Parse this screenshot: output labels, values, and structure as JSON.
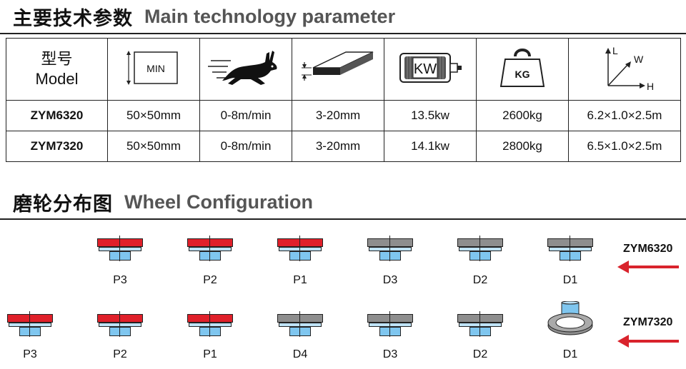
{
  "section1": {
    "title_cn": "主要技术参数",
    "title_en": "Main technology parameter"
  },
  "section2": {
    "title_cn": "磨轮分布图",
    "title_en": "Wheel Configuration"
  },
  "table": {
    "header": {
      "model_cn": "型号",
      "model_en": "Model",
      "min_label": "MIN",
      "kw_label": "KW",
      "kg_label": "KG",
      "axis_l": "L",
      "axis_w": "W",
      "axis_h": "H"
    },
    "rows": [
      {
        "model": "ZYM6320",
        "min_size": "50×50mm",
        "speed": "0-8m/min",
        "thickness": "3-20mm",
        "power": "13.5kw",
        "weight": "2600kg",
        "dimensions": "6.2×1.0×2.5m"
      },
      {
        "model": "ZYM7320",
        "min_size": "50×50mm",
        "speed": "0-8m/min",
        "thickness": "3-20mm",
        "power": "14.1kw",
        "weight": "2800kg",
        "dimensions": "6.5×1.0×2.5m"
      }
    ]
  },
  "wheel_config": {
    "rows": [
      {
        "model": "ZYM6320",
        "wheels": [
          {
            "label": "P3",
            "color": "red"
          },
          {
            "label": "P2",
            "color": "red"
          },
          {
            "label": "P1",
            "color": "red"
          },
          {
            "label": "D3",
            "color": "gray"
          },
          {
            "label": "D2",
            "color": "gray"
          },
          {
            "label": "D1",
            "color": "gray"
          }
        ]
      },
      {
        "model": "ZYM7320",
        "wheels": [
          {
            "label": "P3",
            "color": "red"
          },
          {
            "label": "P2",
            "color": "red"
          },
          {
            "label": "P1",
            "color": "red"
          },
          {
            "label": "D4",
            "color": "gray"
          },
          {
            "label": "D3",
            "color": "gray"
          },
          {
            "label": "D2",
            "color": "gray"
          },
          {
            "label": "D1",
            "color": "cup"
          }
        ]
      }
    ],
    "colors": {
      "polish_wheel": "#e0202a",
      "diamond_wheel": "#8e8e8e",
      "arrow": "#d9232c",
      "hub": "#7fc6ef"
    }
  }
}
